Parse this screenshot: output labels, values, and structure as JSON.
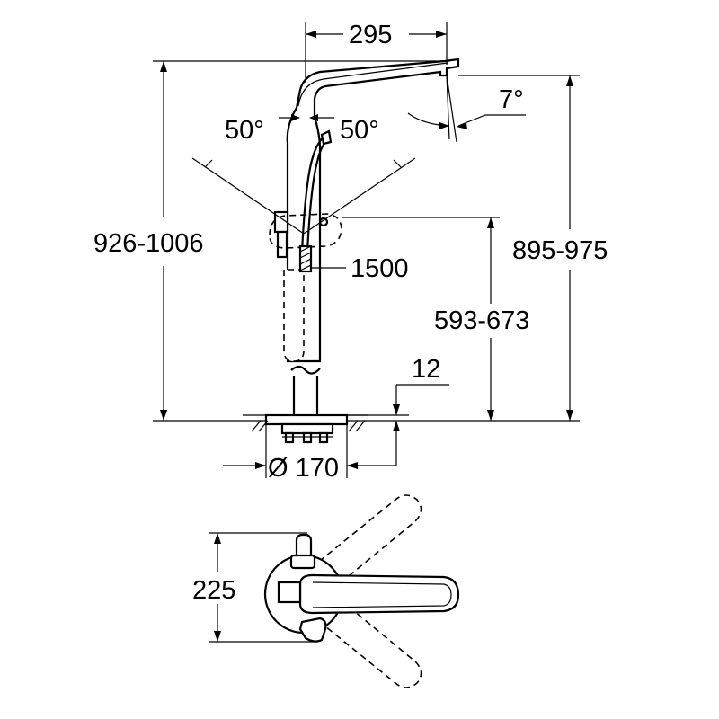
{
  "dimensions": {
    "spout_reach": "295",
    "spout_angle": "7°",
    "swivel_left": "50°",
    "swivel_right": "50°",
    "total_height": "926-1006",
    "spout_height": "895-975",
    "hose_length": "1500",
    "handle_height": "593-673",
    "floor_offset": "12",
    "base_diameter": "Ø 170",
    "plan_depth": "225"
  },
  "colors": {
    "line": "#000000",
    "background": "#ffffff"
  }
}
